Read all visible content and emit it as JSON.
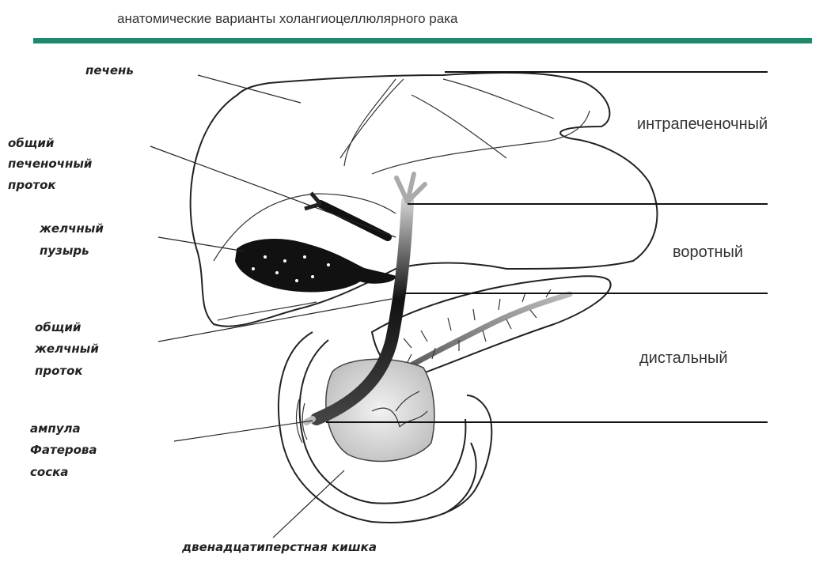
{
  "title": "анатомические варианты холангиоцеллюлярного рака",
  "colors": {
    "accent_bar": "#1f8a6b",
    "gallbladder": "#111111",
    "duct_gradient_top": "#cfcfcf",
    "duct_gradient_bottom": "#111111"
  },
  "labels": {
    "liver": "печень",
    "common_hepatic_duct": [
      "общий",
      "печеночный",
      "проток"
    ],
    "gallbladder": [
      "желчный",
      "пузырь"
    ],
    "common_bile_duct": [
      "общий",
      "желчный",
      "проток"
    ],
    "ampulla": [
      "ампула",
      "Фатерова",
      "соска"
    ],
    "duodenum": "двенадцатиперстная кишка"
  },
  "zones": {
    "intrahepatic": "интрапеченочный",
    "hilar": "воротный",
    "distal": "дистальный"
  }
}
